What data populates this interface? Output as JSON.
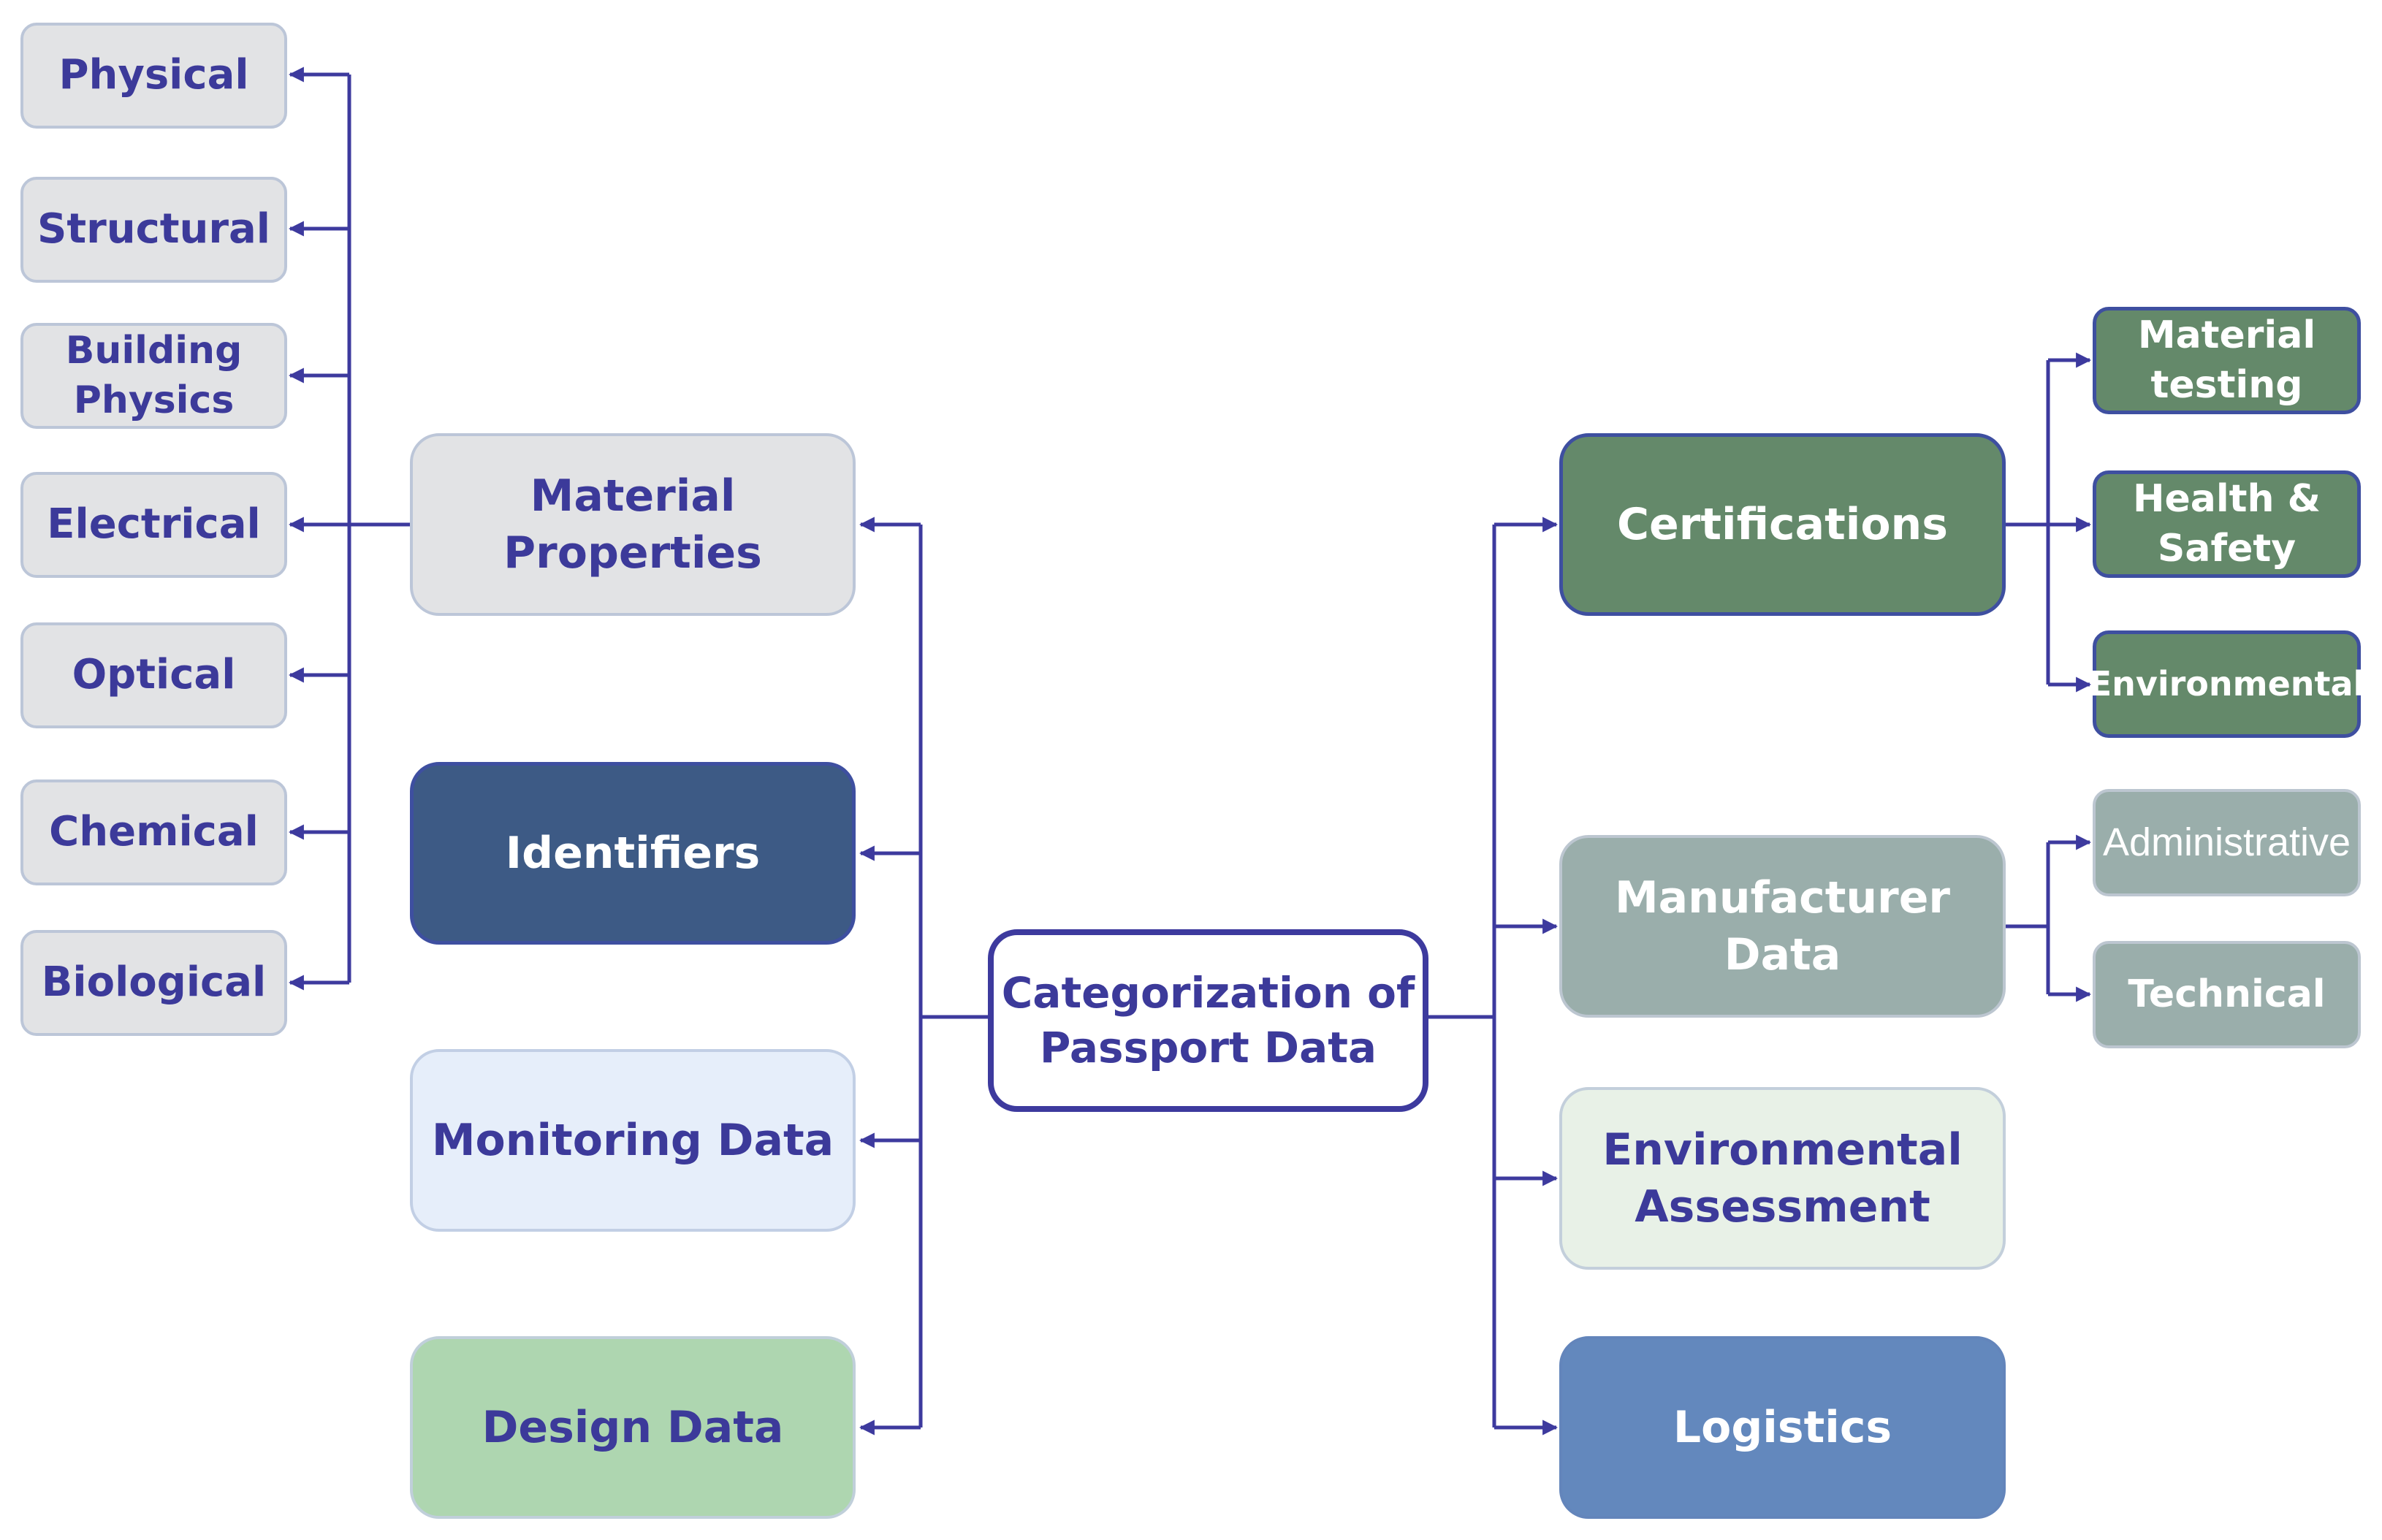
{
  "center": {
    "label_line1": "Categorization of",
    "label_line2": "Passport Data"
  },
  "left_branches": {
    "material_properties": "Material Properties",
    "identifiers": "Identifiers",
    "monitoring_data": "Monitoring Data",
    "design_data": "Design Data"
  },
  "material_property_types": [
    "Physical",
    "Structural",
    "Building Physics",
    "Electrical",
    "Optical",
    "Chemical",
    "Biological"
  ],
  "building_physics_lines": [
    "Building",
    "Physics"
  ],
  "right_branches": {
    "certifications": "Certifications",
    "manufacturer_data": "Manufacturer Data",
    "environmental_assessment_line1": "Environmental",
    "environmental_assessment_line2": "Assessment",
    "logistics": "Logistics"
  },
  "certification_types": {
    "material_testing_line1": "Material",
    "material_testing_line2": "testing",
    "health_safety_line1": "Health &",
    "health_safety_line2": "Safety",
    "environmental": "Environmental"
  },
  "manufacturer_data_types": {
    "administrative": "Administrative",
    "technical": "Technical"
  },
  "colors": {
    "connector": "#3d3a9e",
    "text_accent": "#3c3a9a",
    "grey_box": "#e2e3e5",
    "navy_box": "#3d5a85",
    "light_blue_box": "#e6eefa",
    "light_green_box": "#aed6b0",
    "dark_green_box": "#64896a",
    "slate_box": "#9aaeab",
    "pale_green_box": "#e8f1e7",
    "blue_box": "#6388bd"
  }
}
